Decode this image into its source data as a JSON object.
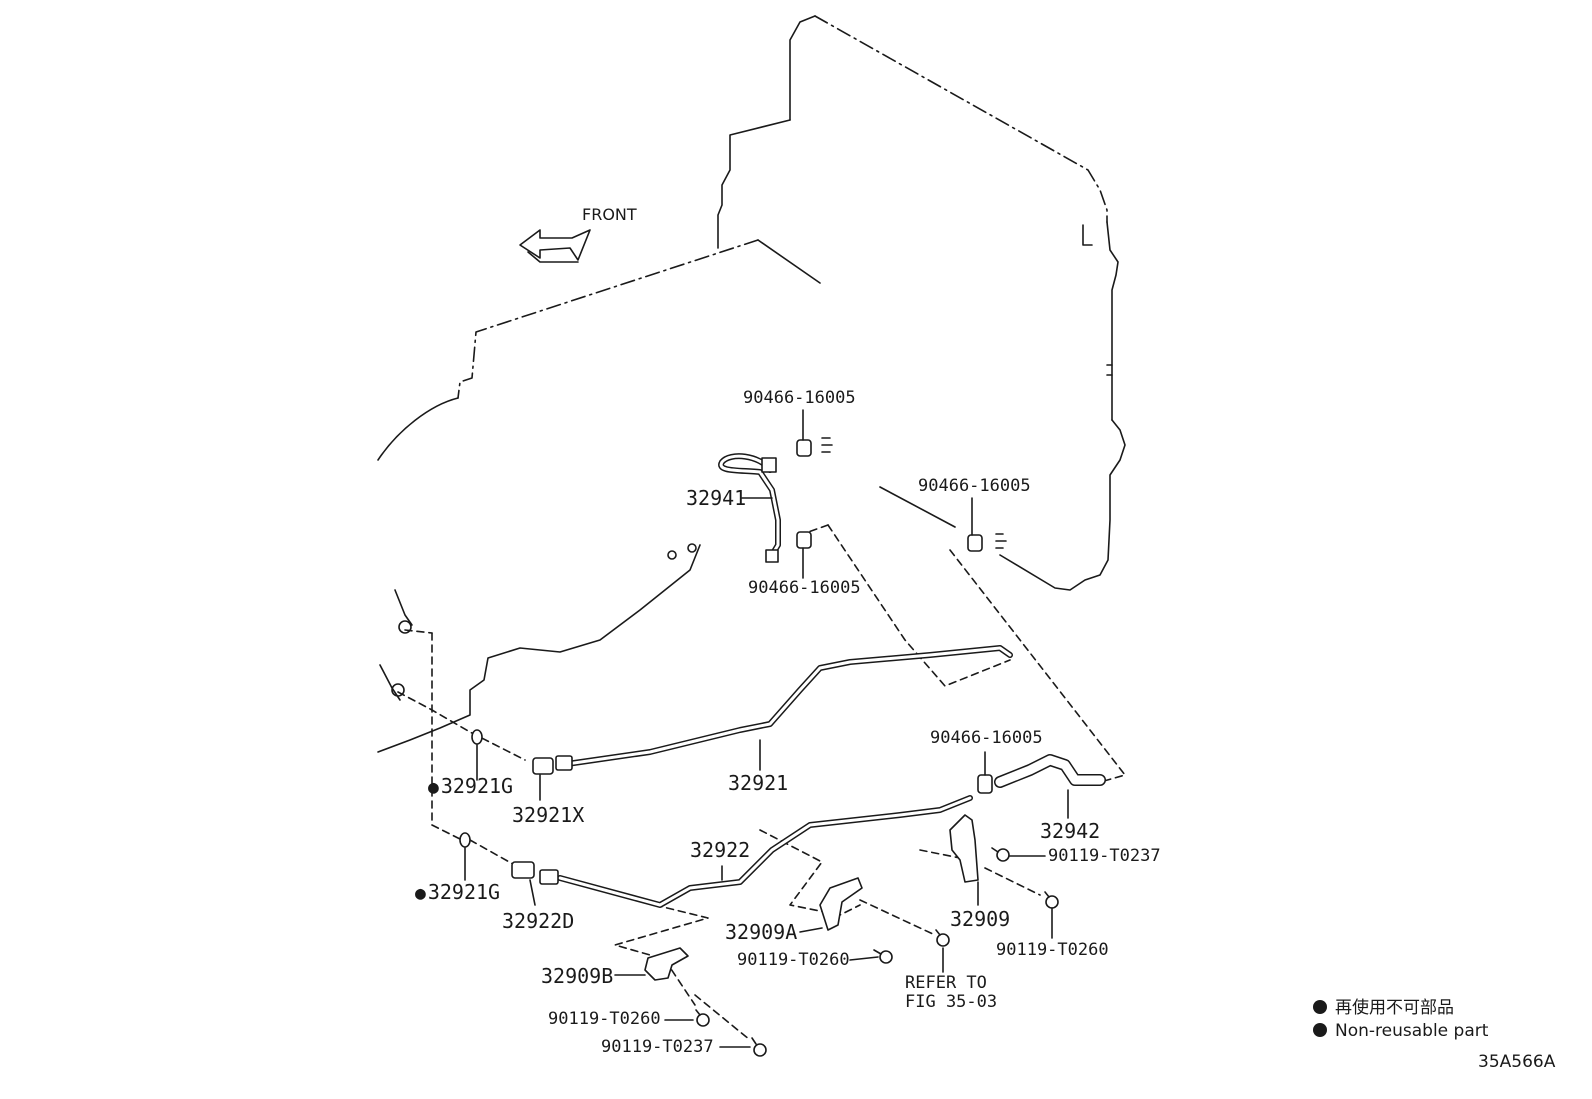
{
  "diagram": {
    "front_label": "FRONT",
    "parts": {
      "clip_a": "90466-16005",
      "hose_32941": "32941",
      "clip_b": "90466-16005",
      "clip_c": "90466-16005",
      "clip_d": "90466-16005",
      "tube_32921": "32921",
      "gasket_32921g_upper": "32921G",
      "union_32921x": "32921X",
      "hose_32942": "32942",
      "bolt_t0237_right": "90119-T0237",
      "tube_32922": "32922",
      "gasket_32921g_lower": "32921G",
      "union_32922d": "32922D",
      "bracket_32909": "32909",
      "bolt_t0260_right": "90119-T0260",
      "bracket_32909a": "32909A",
      "bolt_t0260_mid": "90119-T0260",
      "refer_line1": "REFER TO",
      "refer_line2": "FIG 35-03",
      "bracket_32909b": "32909B",
      "bolt_t0260_bottom": "90119-T0260",
      "bolt_t0237_bottom": "90119-T0237"
    },
    "legend": {
      "japanese": "再使用不可部品",
      "english": "Non-reusable part"
    },
    "figure_code": "35A566A"
  }
}
